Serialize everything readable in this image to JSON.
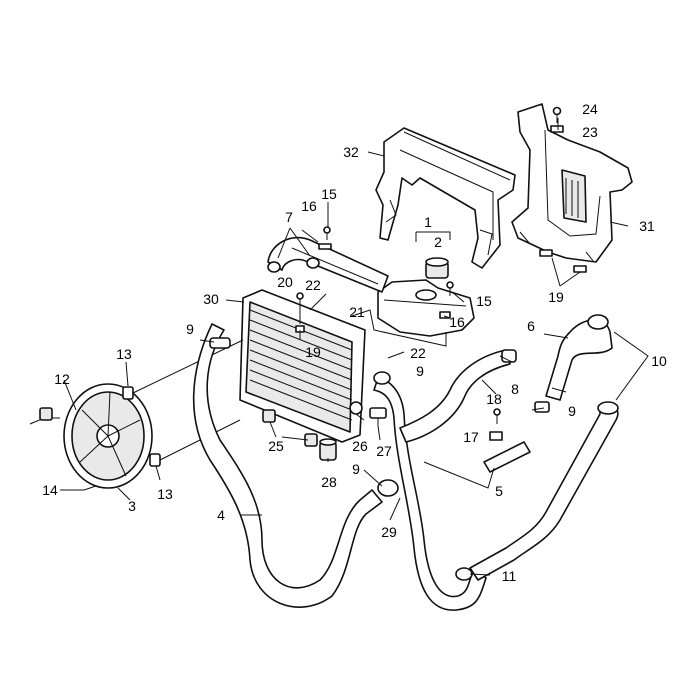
{
  "callouts": [
    {
      "id": "c1",
      "text": "1"
    },
    {
      "id": "c2",
      "text": "2"
    },
    {
      "id": "c3",
      "text": "3"
    },
    {
      "id": "c4",
      "text": "4"
    },
    {
      "id": "c5",
      "text": "5"
    },
    {
      "id": "c6",
      "text": "6"
    },
    {
      "id": "c7",
      "text": "7"
    },
    {
      "id": "c8",
      "text": "8"
    },
    {
      "id": "c9a",
      "text": "9"
    },
    {
      "id": "c9b",
      "text": "9"
    },
    {
      "id": "c9c",
      "text": "9"
    },
    {
      "id": "c9d",
      "text": "9"
    },
    {
      "id": "c10",
      "text": "10"
    },
    {
      "id": "c11",
      "text": "11"
    },
    {
      "id": "c12",
      "text": "12"
    },
    {
      "id": "c13a",
      "text": "13"
    },
    {
      "id": "c13b",
      "text": "13"
    },
    {
      "id": "c14",
      "text": "14"
    },
    {
      "id": "c15a",
      "text": "15"
    },
    {
      "id": "c15b",
      "text": "15"
    },
    {
      "id": "c16a",
      "text": "16"
    },
    {
      "id": "c16b",
      "text": "16"
    },
    {
      "id": "c17",
      "text": "17"
    },
    {
      "id": "c18",
      "text": "18"
    },
    {
      "id": "c19a",
      "text": "19"
    },
    {
      "id": "c19b",
      "text": "19"
    },
    {
      "id": "c20",
      "text": "20"
    },
    {
      "id": "c21",
      "text": "21"
    },
    {
      "id": "c22a",
      "text": "22"
    },
    {
      "id": "c22b",
      "text": "22"
    },
    {
      "id": "c23",
      "text": "23"
    },
    {
      "id": "c24",
      "text": "24"
    },
    {
      "id": "c25",
      "text": "25"
    },
    {
      "id": "c26",
      "text": "26"
    },
    {
      "id": "c27",
      "text": "27"
    },
    {
      "id": "c28",
      "text": "28"
    },
    {
      "id": "c29",
      "text": "29"
    },
    {
      "id": "c30",
      "text": "30"
    },
    {
      "id": "c31",
      "text": "31"
    },
    {
      "id": "c32",
      "text": "32"
    }
  ]
}
